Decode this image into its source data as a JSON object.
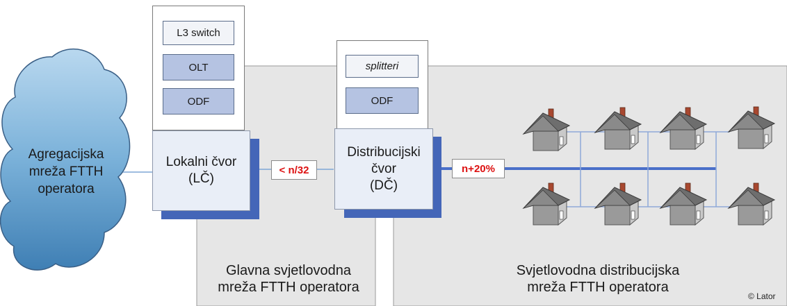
{
  "cloud": {
    "label": "Agregacijska\nmreža FTTH\noperatora"
  },
  "local_node": {
    "label": "Lokalni čvor\n(LČ)",
    "equipment": [
      "L3 switch",
      "OLT",
      "ODF"
    ]
  },
  "distribution_node": {
    "label": "Distribucijski\nčvor\n(DČ)",
    "equipment": [
      "splitteri",
      "ODF"
    ]
  },
  "links": {
    "main_ratio": "< n/32",
    "distribution_ratio": "n+20%"
  },
  "regions": {
    "main_network": "Glavna svjetlovodna\nmreža FTTH operatora",
    "distribution_network": "Svjetlovodna distribucijska\nmreža FTTH operatora"
  },
  "houses": {
    "count": 8
  },
  "credit": "© Lator",
  "colors": {
    "region_fill": "#e6e6e6",
    "node_fill": "#e9eef7",
    "node_shadow": "#4466b8",
    "equipment_blue": "#b5c3e2",
    "cloud_fill": "#7ab1d9",
    "badge_text": "#dd1111",
    "fiber_line": "#4a6fc9"
  }
}
